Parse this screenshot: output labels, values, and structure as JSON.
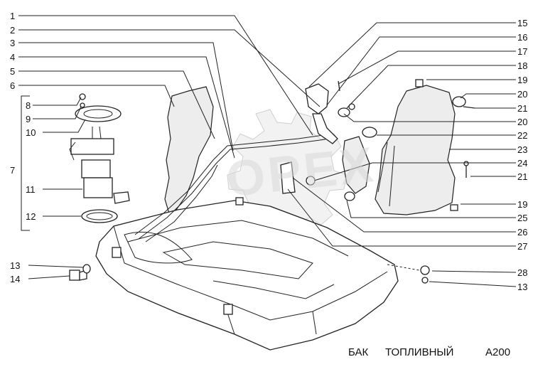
{
  "caption": {
    "part": "БАК",
    "name": "ТОПЛИВНЫЙ",
    "code": "A200"
  },
  "watermark": "OPEX",
  "callouts": {
    "c1": "1",
    "c2": "2",
    "c3": "3",
    "c4": "4",
    "c5": "5",
    "c6": "6",
    "c7": "7",
    "c8": "8",
    "c9": "9",
    "c10": "10",
    "c11": "11",
    "c12": "12",
    "c13a": "13",
    "c13b": "13",
    "c14": "14",
    "c15": "15",
    "c16": "16",
    "c17": "17",
    "c18": "18",
    "c19a": "19",
    "c19b": "19",
    "c20a": "20",
    "c20b": "20",
    "c21a": "21",
    "c21b": "21",
    "c22": "22",
    "c23": "23",
    "c24": "24",
    "c25": "25",
    "c26": "26",
    "c27": "27",
    "c28": "28"
  },
  "colors": {
    "line": "#222222",
    "background": "#ffffff",
    "watermark": "#d9d9d9"
  }
}
